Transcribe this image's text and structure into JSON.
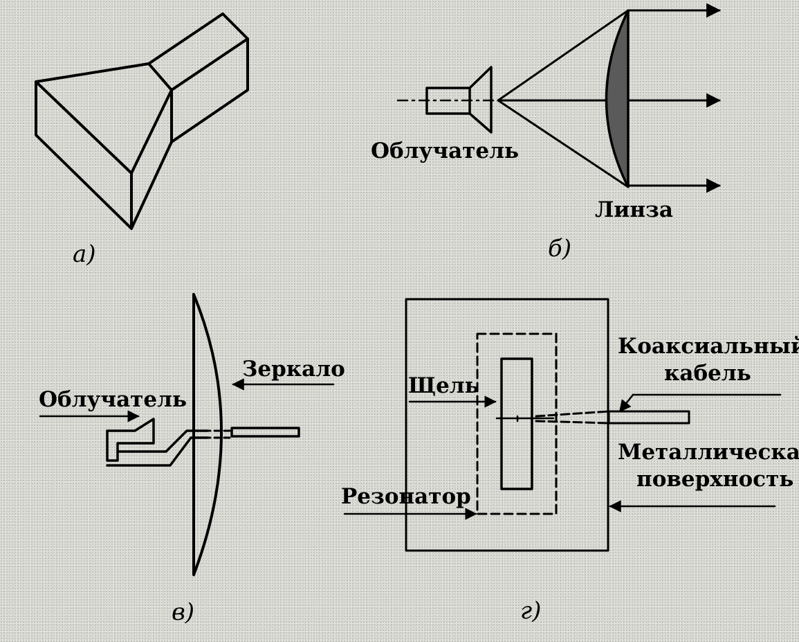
{
  "panels": {
    "a": {
      "caption": "а)"
    },
    "b": {
      "caption": "б)",
      "feed_label": "Облучатель",
      "lens_label": "Линза"
    },
    "c": {
      "caption": "в)",
      "feed_label": "Облучатель",
      "mirror_label": "Зеркало"
    },
    "d": {
      "caption": "г)",
      "slot_label": "Щель",
      "coax_label_line1": "Коаксиальный",
      "coax_label_line2": "кабель",
      "metal_label_line1": "Металлическая",
      "metal_label_line2": "поверхность",
      "resonator_label": "Резонатор"
    }
  },
  "colors": {
    "ink": "#000000",
    "paper": "#dcdcd6",
    "lens_fill": "#5a5a5a"
  }
}
